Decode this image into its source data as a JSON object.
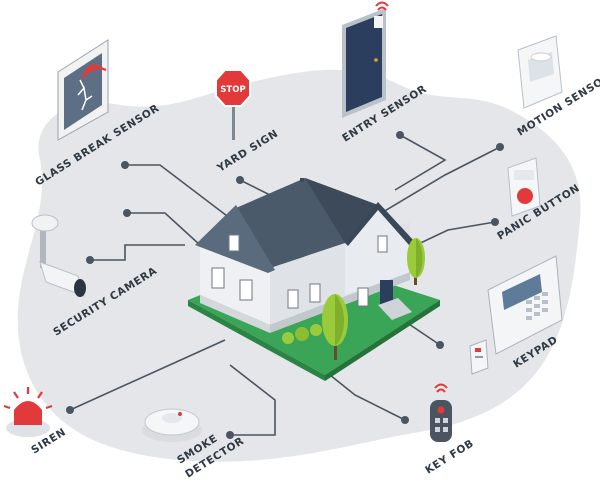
{
  "labels": {
    "glass_break_sensor": "GLASS BREAK SENSOR",
    "yard_sign": "YARD SIGN",
    "entry_sensor": "ENTRY SENSOR",
    "motion_sensor": "MOTION SENSOR",
    "panic_button": "PANIC BUTTON",
    "security_camera": "SECURITY CAMERA",
    "keypad": "KEYPAD",
    "siren": "SIREN",
    "smoke_detector_line1": "SMOKE",
    "smoke_detector_line2": "DETECTOR",
    "key_fob": "KEY FOB"
  },
  "sign_text": "STOP",
  "colors": {
    "blob": "#e4e6e9",
    "wire": "#4a5561",
    "roof": "#4b5a6b",
    "wall": "#eef0f3",
    "grass": "#3aa556",
    "tree": "#9bcb3b",
    "alert_red": "#e23a3a",
    "door": "#2c3e5e"
  }
}
